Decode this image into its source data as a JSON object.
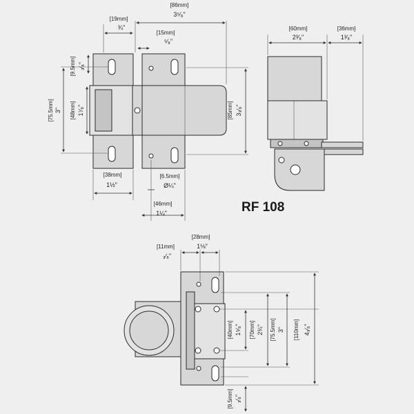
{
  "model": "RF 108",
  "front_view": {
    "dims": {
      "overall_width": {
        "mm": "[86mm]",
        "in": "3⁵⁄₈\""
      },
      "left_leaf_width": {
        "mm": "[19mm]",
        "in": "¾\""
      },
      "hole_offset": {
        "mm": "[15mm]",
        "in": "⁵⁄₈\""
      },
      "slot_height": {
        "mm": "[9.5mm]",
        "in": "₃⁄₈\""
      },
      "leaf_height": {
        "mm": "[75.5mm]",
        "in": "3\""
      },
      "knuckle_height": {
        "mm": "[48mm]",
        "in": "1⁷⁄₈\""
      },
      "body_height": {
        "mm": "[85mm]",
        "in": "3₃⁄₈\""
      },
      "left_width": {
        "mm": "[38mm]",
        "in": "1½\""
      },
      "hole_diameter": {
        "mm": "[6.5mm]",
        "in": "Ø¼\""
      },
      "right_width": {
        "mm": "[46mm]",
        "in": "1¼\""
      }
    }
  },
  "side_view": {
    "dims": {
      "depth": {
        "mm": "[60mm]",
        "in": "2³⁄₈\""
      },
      "leaf_depth": {
        "mm": "[36mm]",
        "in": "1³⁄₈\""
      }
    }
  },
  "bottom_view": {
    "dims": {
      "offset_small": {
        "mm": "[11mm]",
        "in": "₃⁄₈\""
      },
      "offset_large": {
        "mm": "[28mm]",
        "in": "1⅛\""
      },
      "hole_spacing_40": {
        "mm": "[40mm]",
        "in": "1⁵⁄₈\""
      },
      "hole_spacing_70": {
        "mm": "[70mm]",
        "in": "2¾\""
      },
      "hole_spacing_75": {
        "mm": "[75.5mm]",
        "in": "3\""
      },
      "plate_height": {
        "mm": "[110mm]",
        "in": "4₃⁄₈\""
      },
      "bottom_slot": {
        "mm": "[9.5mm]",
        "in": "₃⁄₈\""
      }
    }
  }
}
